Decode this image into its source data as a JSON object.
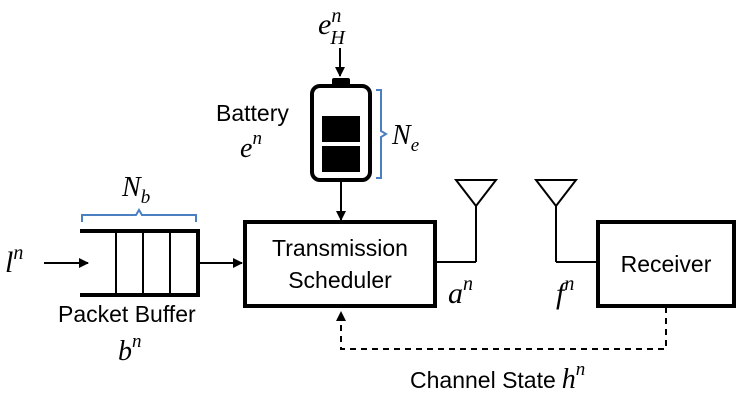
{
  "labels": {
    "energy_harvest": {
      "base": "e",
      "sup": "n",
      "sub": "H"
    },
    "battery_title": "Battery",
    "battery_state": {
      "base": "e",
      "sup": "n"
    },
    "battery_capacity": {
      "base": "N",
      "sub": "e"
    },
    "buffer_capacity": {
      "base": "N",
      "sub": "b"
    },
    "arrivals": {
      "base": "l",
      "sup": "n"
    },
    "buffer_title": "Packet Buffer",
    "buffer_state": {
      "base": "b",
      "sup": "n"
    },
    "scheduler_line1": "Transmission",
    "scheduler_line2": "Scheduler",
    "action": {
      "base": "a",
      "sup": "n"
    },
    "feedback": {
      "base": "f",
      "sup": "n"
    },
    "receiver": "Receiver",
    "channel_text": "Channel State",
    "channel_symbol": {
      "base": "h",
      "sup": "n"
    }
  },
  "colors": {
    "line": "#000000",
    "brace": "#4a7fc1",
    "battery_body": "#000000"
  }
}
